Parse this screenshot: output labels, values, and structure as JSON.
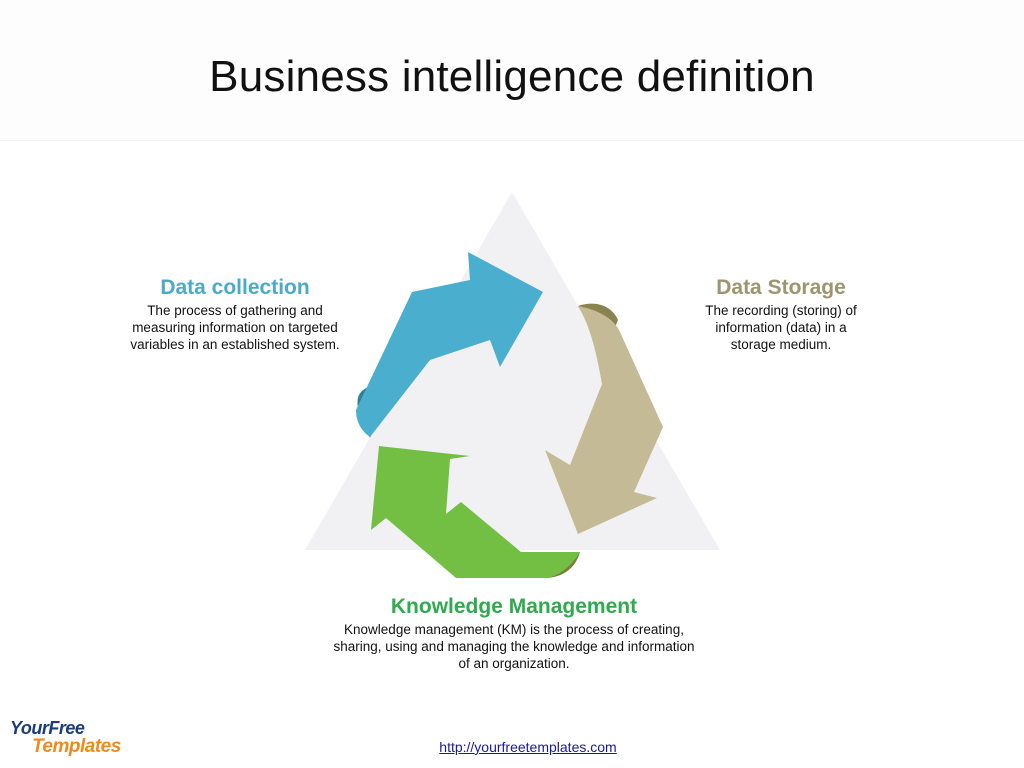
{
  "slide": {
    "title": "Business intelligence definition"
  },
  "blocks": {
    "data_collection": {
      "heading": "Data collection",
      "line1": "The process of gathering and",
      "line2": "measuring information on targeted",
      "line3": "variables in an established system."
    },
    "data_storage": {
      "heading": "Data Storage",
      "line1": "The recording (storing) of",
      "line2": "information (data) in a",
      "line3": "storage medium."
    },
    "knowledge_management": {
      "heading": "Knowledge Management",
      "line1": "Knowledge management (KM) is the process of creating,",
      "line2": "sharing, using and managing the knowledge and information",
      "line3": "of an organization."
    }
  },
  "footer": {
    "url": "http://yourfreetemplates.com",
    "logo_top_a": "Your",
    "logo_top_b": "Free",
    "logo_bottom": "Templates"
  },
  "colors": {
    "collection_blue": "#4aaecf",
    "collection_blue_dark": "#2f7f99",
    "storage_khaki": "#c4bb96",
    "storage_khaki_dark": "#8a8350",
    "km_green": "#72bf44",
    "km_green_dark": "#7a7a3a",
    "triangle_bg": "#f1f1f3"
  }
}
